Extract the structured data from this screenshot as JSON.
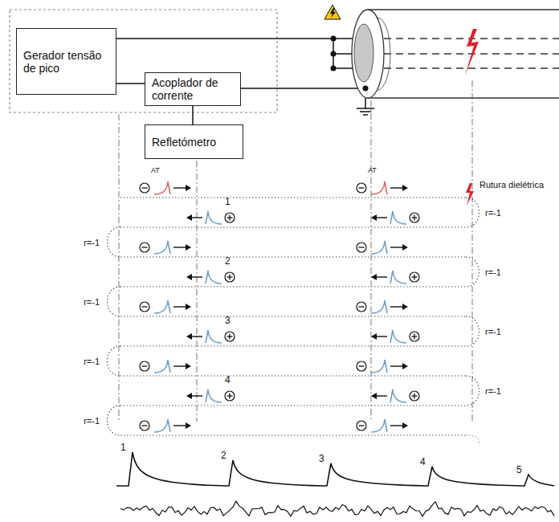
{
  "diagram": {
    "nodes": [
      {
        "text": [
          "Gerador tensão de pico"
        ]
      },
      {
        "text": [
          "Acoplador de corrente"
        ]
      },
      {
        "text": [
          "Refletómetro"
        ]
      }
    ],
    "edges": [
      {
        "from": 0,
        "to": 1,
        "arrow": "none"
      },
      {
        "from": 1,
        "to": 2,
        "arrow": "none"
      }
    ],
    "labels": [
      "AT",
      "AT",
      "Rutura dielétrica",
      "r=-1",
      "1",
      "r=-1",
      "r=-1",
      "2",
      "r=-1",
      "r=-1",
      "3",
      "r=-1",
      "r=-1",
      "4",
      "r=-1",
      "1",
      "2",
      "3",
      "4",
      "5"
    ]
  }
}
